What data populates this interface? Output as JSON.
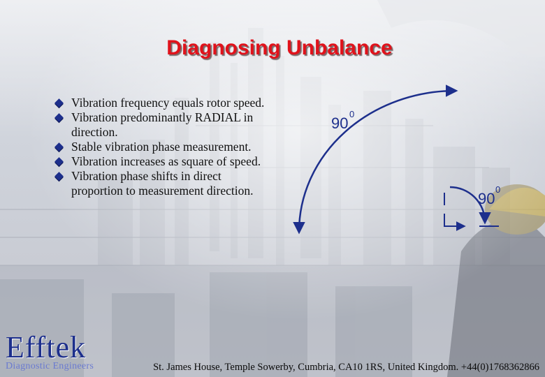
{
  "slide": {
    "title": "Diagnosing Unbalance",
    "bullets": [
      "Vibration frequency  equals rotor speed.",
      "Vibration predominantly RADIAL in direction.",
      "Stable vibration phase measurement.",
      "Vibration increases as square of speed.",
      "Vibration phase shifts in direct proportion to measurement direction."
    ],
    "diagram": {
      "large_angle_value": "90",
      "large_angle_sup": "0",
      "small_angle_value": "90",
      "small_angle_sup": "0",
      "color": "#1d2f8c"
    }
  },
  "footer": {
    "logo": "Efftek",
    "tagline": "Diagnostic Engineers",
    "address": "St. James House, Temple Sowerby, Cumbria, CA10 1RS, United Kingdom. +44(0)1768362866"
  },
  "colors": {
    "title": "#e0121b",
    "accent": "#1d2f8c",
    "background": "#d6d9e0"
  }
}
